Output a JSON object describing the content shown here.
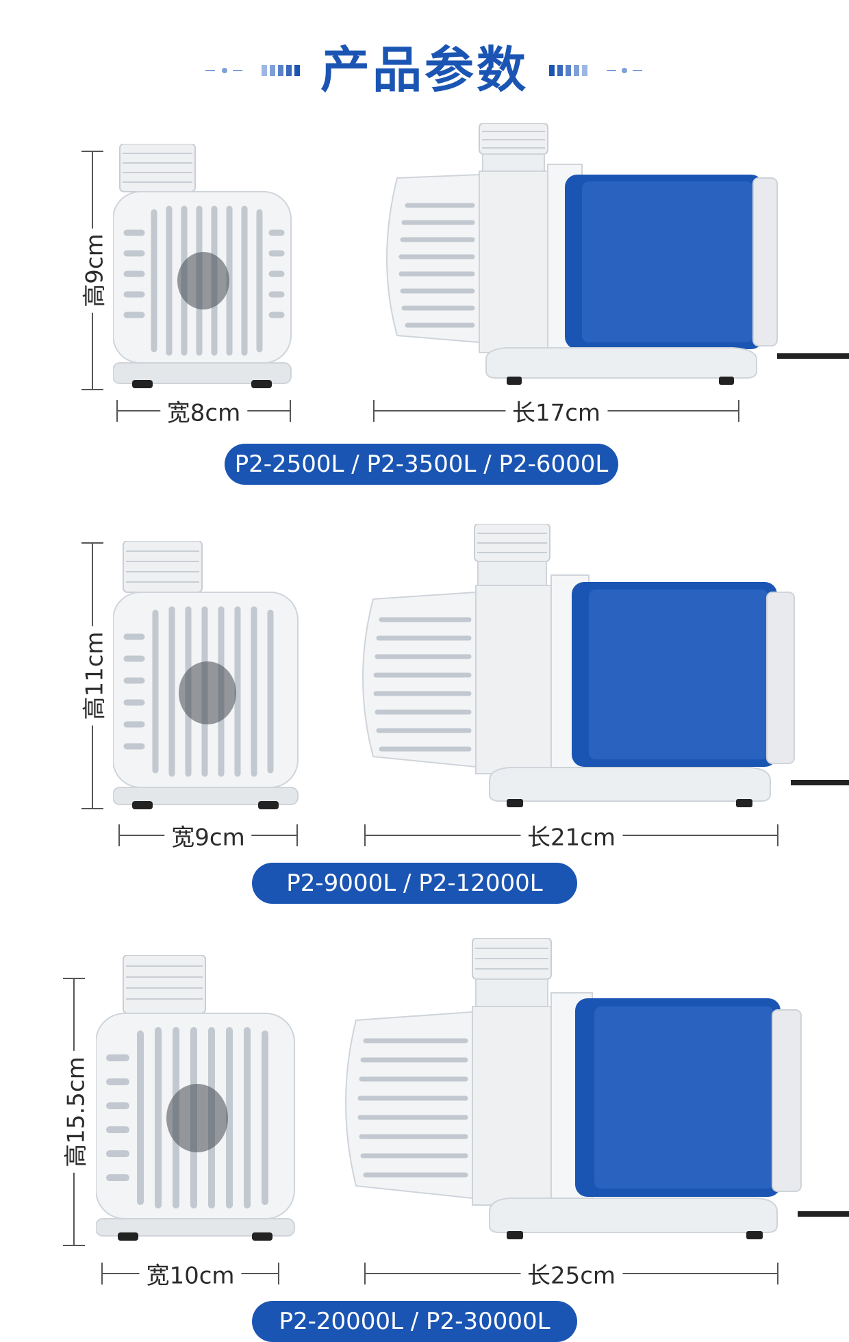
{
  "header": {
    "title": "产品参数"
  },
  "colors": {
    "brand_blue": "#1b55b3",
    "pump_white": "#f1f3f5",
    "pump_gray": "#d7dbe0",
    "cable": "#222222"
  },
  "rows": [
    {
      "height_label": "高9cm",
      "width_label": "宽8cm",
      "length_label": "长17cm",
      "models": "P2-2500L / P2-3500L / P2-6000L"
    },
    {
      "height_label": "高11cm",
      "width_label": "宽9cm",
      "length_label": "长21cm",
      "models": "P2-9000L / P2-12000L"
    },
    {
      "height_label": "高15.5cm",
      "width_label": "宽10cm",
      "length_label": "长25cm",
      "models": "P2-20000L / P2-30000L"
    }
  ]
}
